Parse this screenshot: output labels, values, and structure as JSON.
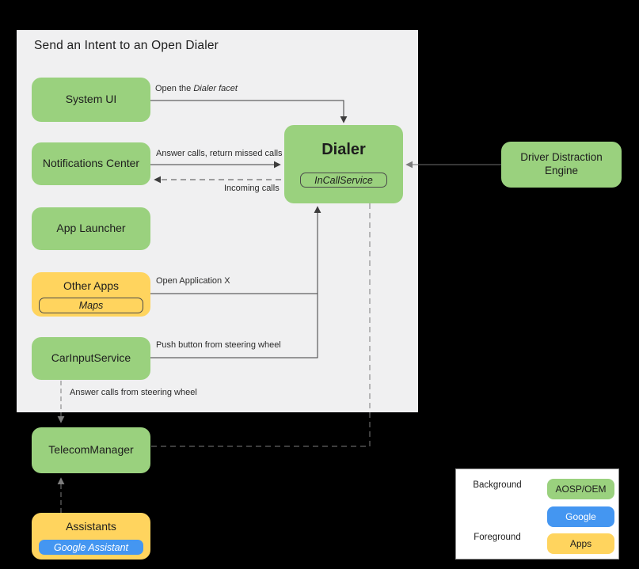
{
  "title": "Send an Intent to an Open Dialer",
  "nodes": {
    "system_ui": "System UI",
    "notifications_center": "Notifications Center",
    "app_launcher": "App Launcher",
    "other_apps": "Other Apps",
    "maps": "Maps",
    "car_input_service": "CarInputService",
    "telecom_manager": "TelecomManager",
    "assistants": "Assistants",
    "google_assistant": "Google Assistant",
    "dialer": "Dialer",
    "in_call_service": "InCallService",
    "driver_distraction_engine": "Driver Distraction Engine"
  },
  "edges": {
    "open_facet_prefix": "Open the ",
    "open_facet_italic": "Dialer facet",
    "answer_calls": "Answer calls, return missed calls",
    "incoming_calls": "Incoming calls",
    "open_application_x": "Open Application X",
    "push_button": "Push button from steering wheel",
    "answer_steering": "Answer calls from steering wheel"
  },
  "legend": {
    "background": "Background",
    "foreground": "Foreground",
    "aosp_oem": "AOSP/OEM",
    "google": "Google",
    "apps": "Apps"
  },
  "colors": {
    "canvas": "#000000",
    "panel": "#f0f0f1",
    "aosp_green": "#9ad17e",
    "apps_yellow": "#ffd45e",
    "google_blue": "#4496f1",
    "solid_line": "#3d3d3d",
    "dashed_line": "#8a8a8a"
  }
}
